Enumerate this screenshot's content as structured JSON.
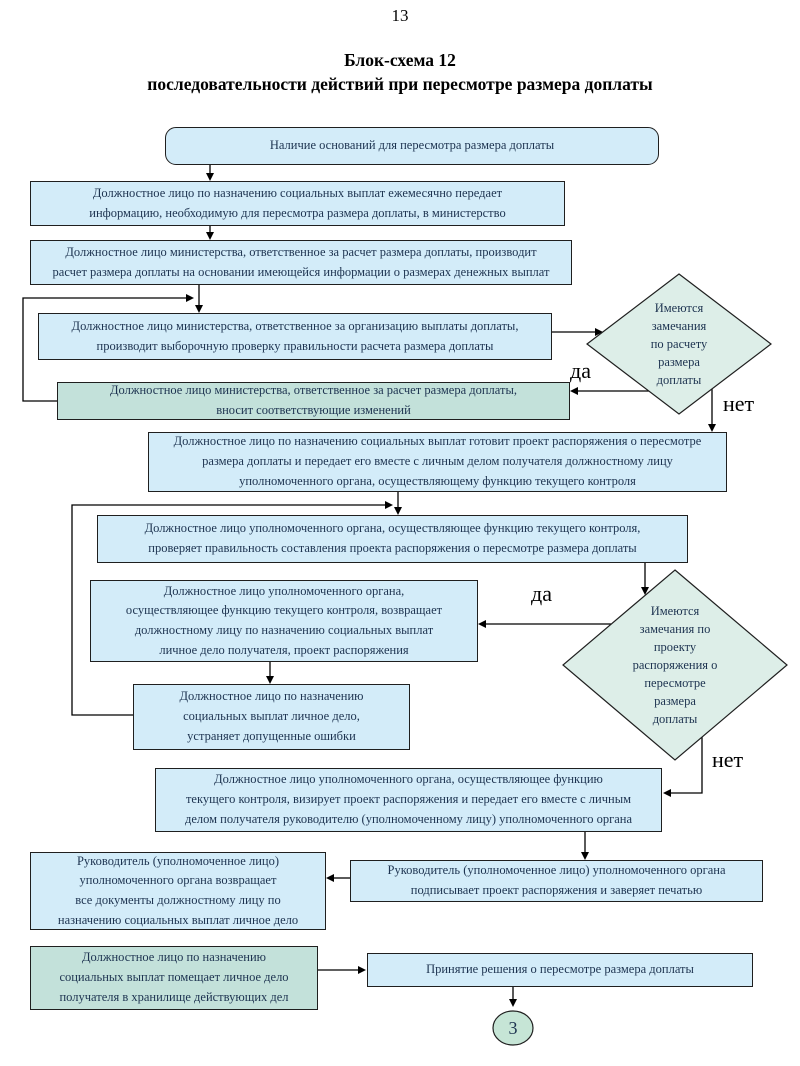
{
  "page": {
    "number": "13"
  },
  "title": {
    "line1": "Блок-схема 12",
    "line2": "последовательности действий при пересмотре размера доплаты"
  },
  "nodes": {
    "grounds": "Наличие оснований для пересмотра размера доплаты",
    "monthly_transfer": "Должностное лицо по назначению социальных выплат ежемесячно передает\nинформацию, необходимую для пересмотра размера доплаты, в министерство",
    "ministry_calculates": "Должностное лицо министерства, ответственное за расчет размера доплаты, производит\nрасчет размера доплаты на основании имеющейся информации о размерах денежных выплат",
    "ministry_spot_check": "Должностное лицо министерства, ответственное за организацию выплаты доплаты,\nпроизводит выборочную проверку правильности расчета размера доплаты",
    "ministry_amends": "Должностное лицо министерства, ответственное за расчет размера доплаты,\nвносит соответствующие изменений",
    "prepare_draft": "Должностное лицо по назначению социальных выплат готовит проект распоряжения о пересмотре\nразмера доплаты и передает его вместе с личным делом получателя должностному лицу\nуполномоченного органа, осуществляющему функцию текущего контроля",
    "control_checks": "Должностное лицо уполномоченного органа, осуществляющее функцию текущего контроля,\nпроверяет правильность составления проекта распоряжения о пересмотре размера доплаты",
    "control_returns": "Должностное лицо уполномоченного органа,\nосуществляющее функцию текущего контроля, возвращает\nдолжностному лицу по назначению социальных выплат\nличное дело получателя, проект распоряжения",
    "fix_errors": "Должностное лицо по назначению\nсоциальных выплат личное дело,\nустраняет допущенные ошибки",
    "control_endorses": "Должностное лицо уполномоченного органа, осуществляющее функцию\nтекущего контроля, визирует проект распоряжения и передает его вместе с личным\nделом получателя руководителю (уполномоченному лицу) уполномоченного органа",
    "head_returns": "Руководитель (уполномоченное лицо)\nуполномоченного органа возвращает\nвсе документы должностному лицу по\nназначению социальных выплат личное дело",
    "head_signs": "Руководитель (уполномоченное лицо) уполномоченного органа\nподписывает проект распоряжения и заверяет печатью",
    "file_storage": "Должностное лицо по назначению\nсоциальных выплат помещает личное дело\nполучателя в хранилище действующих дел",
    "decision": "Принятие решения о пересмотре размера доплаты"
  },
  "decisions": {
    "calc_remarks": "Имеются\nзамечания\nпо расчету\nразмера\nдоплаты",
    "draft_remarks": "Имеются\nзамечания по\nпроекту\nраспоряжения о\nпересмотре\nразмера\nдоплаты"
  },
  "labels": {
    "yes": "да",
    "no": "нет"
  },
  "page_ref": "3",
  "colors": {
    "box-blue": "#d3ecf9",
    "box-green": "#c3e1da",
    "diamond-fill": "#ddeee8",
    "circle-fill": "#c6e5d6",
    "border": "#1f1f1f",
    "line": "#000000",
    "text": "#1d3350"
  }
}
